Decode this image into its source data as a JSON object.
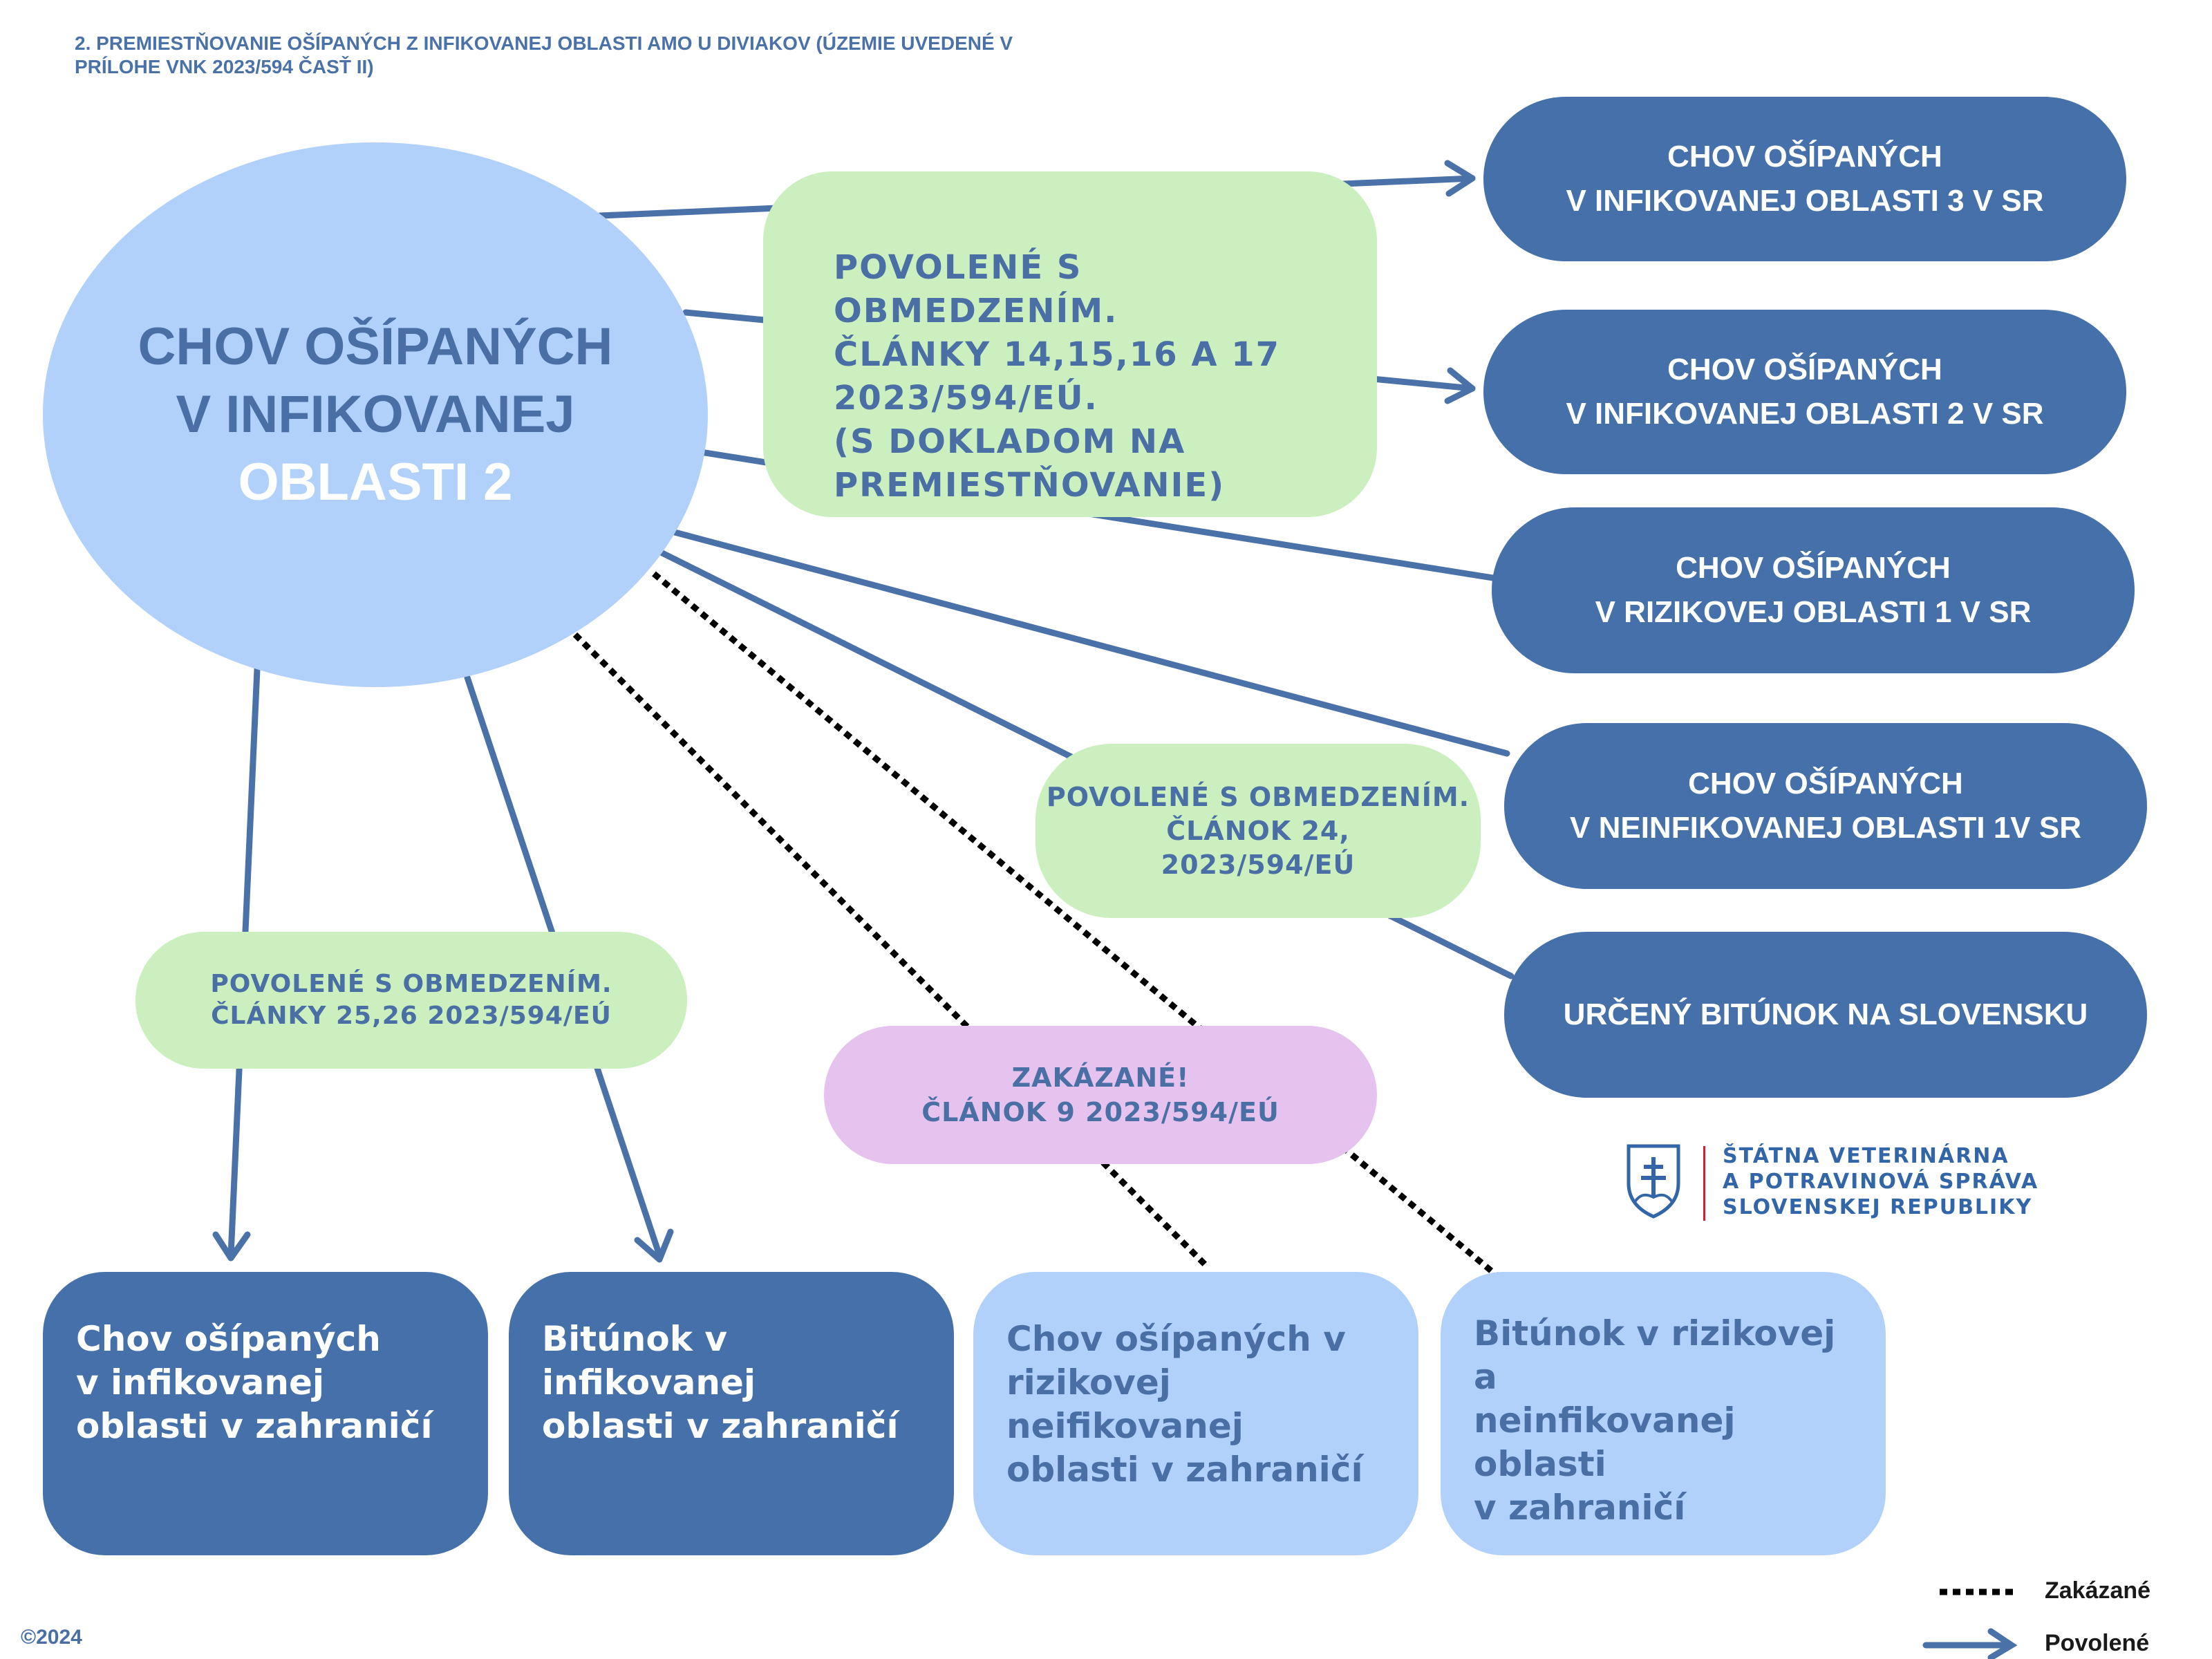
{
  "title": {
    "line1": "2. PREMIESTŇOVANIE OŠÍPANÝCH Z INFIKOVANEJ OBLASTI AMO U DIVIAKOV (ÚZEMIE UVEDENÉ V",
    "line2": "PRÍLOHE VNK 2023/594 ČASŤ II)"
  },
  "source": {
    "line1": "CHOV OŠÍPANÝCH",
    "line2": "V INFIKOVANEJ",
    "line3": "OBLASTI 2"
  },
  "conditions": {
    "main": {
      "line1": "POVOLENÉ S OBMEDZENÍM.",
      "line2": "ČLÁNKY 14,15,16 A 17",
      "line3": "2023/594/EÚ.",
      "line4": "(S DOKLADOM NA",
      "line5": "PREMIESTŇOVANIE)"
    },
    "slaughter": {
      "line1": "POVOLENÉ S OBMEDZENÍM.",
      "line2": "ČLÁNOK 24,",
      "line3": "2023/594/EÚ"
    },
    "abroad": {
      "line1": "POVOLENÉ S OBMEDZENÍM.",
      "line2": "ČLÁNKY 25,26 2023/594/EÚ"
    },
    "forbidden": {
      "line1": "ZAKÁZANÉ!",
      "line2": "ČLÁNOK 9 2023/594/EÚ"
    }
  },
  "destinations_sk": [
    {
      "line1": "CHOV OŠÍPANÝCH",
      "line2": "V INFIKOVANEJ OBLASTI 3 V SR"
    },
    {
      "line1": "CHOV OŠÍPANÝCH",
      "line2": "V INFIKOVANEJ OBLASTI 2 V SR"
    },
    {
      "line1": "CHOV OŠÍPANÝCH",
      "line2": "V RIZIKOVEJ OBLASTI 1 V SR"
    },
    {
      "line1": "CHOV OŠÍPANÝCH",
      "line2": "V NEINFIKOVANEJ OBLASTI 1V SR"
    },
    {
      "line1": "URČENÝ BITÚNOK NA SLOVENSKU"
    }
  ],
  "destinations_abroad": [
    {
      "line1": "Chov ošípaných",
      "line2": "v infikovanej",
      "line3": "oblasti v zahraničí",
      "status": "allowed"
    },
    {
      "line1": "Bitúnok v infikovanej",
      "line2": "oblasti v zahraničí",
      "status": "allowed"
    },
    {
      "line1": "Chov ošípaných v",
      "line2": "rizikovej  neifikovanej",
      "line3": "oblasti v zahraničí",
      "status": "forbidden"
    },
    {
      "line1": "Bitúnok v rizikovej a",
      "line2": "neinfikovanej oblasti",
      "line3": "v zahraničí",
      "status": "forbidden"
    }
  ],
  "logo": {
    "line1": "ŠTÁTNA VETERINÁRNA",
    "line2": "A POTRAVINOVÁ SPRÁVA",
    "line3": "SLOVENSKEJ REPUBLIKY",
    "icon": "slovak-coat-of-arms-icon"
  },
  "legend": {
    "forbidden": "Zakázané",
    "allowed": "Povolené"
  },
  "copyright": "©2024",
  "colors": {
    "dark_blue": "#4570a9",
    "light_blue": "#b1d1fb",
    "green": "#ccefbf",
    "pink": "#e6c3ee",
    "text_blue": "#4a6fa5",
    "line": "#4a72a8"
  }
}
